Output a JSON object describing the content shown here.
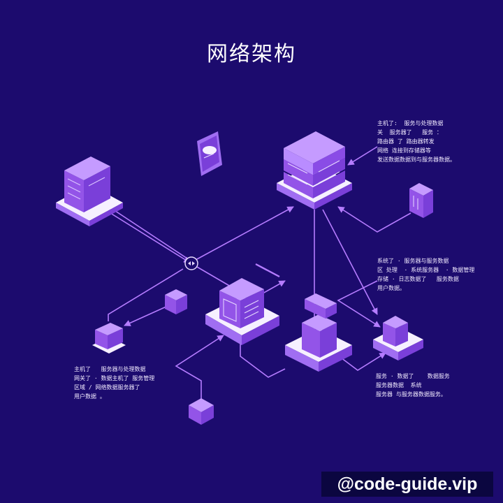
{
  "title": "网络架构",
  "notes": {
    "top_right": "主机了:  服务与处理数据\n关  服务器了   服务 ：\n路由器 了 路由器转发\n网络 连接到存储器等\n发送数据数据到与服务器数据。",
    "middle_right": "系统了 · 服务器与服务数据\n区 处理  · 系统服务器  · 数据管理\n存储 · 日志数据了   服务数据\n用户数据。",
    "bottom_left": "主机了   服务器与处理数据\n网关了 · 数据主机了 服务管理\n区域 / 网络数据服务器了\n用户数据 。",
    "bottom_right": "服务 · 数据了    数据服务\n服务器数据  系统\n服务器 与服务器数据服务。"
  },
  "watermark": "@code-guide.vip",
  "colors": {
    "background": "#1c0b6e",
    "node_top": "#b98cff",
    "node_side": "#7a3fd9",
    "base_top": "#f6f0ff",
    "base_side": "#a06ef2",
    "line": "#b57cff"
  }
}
